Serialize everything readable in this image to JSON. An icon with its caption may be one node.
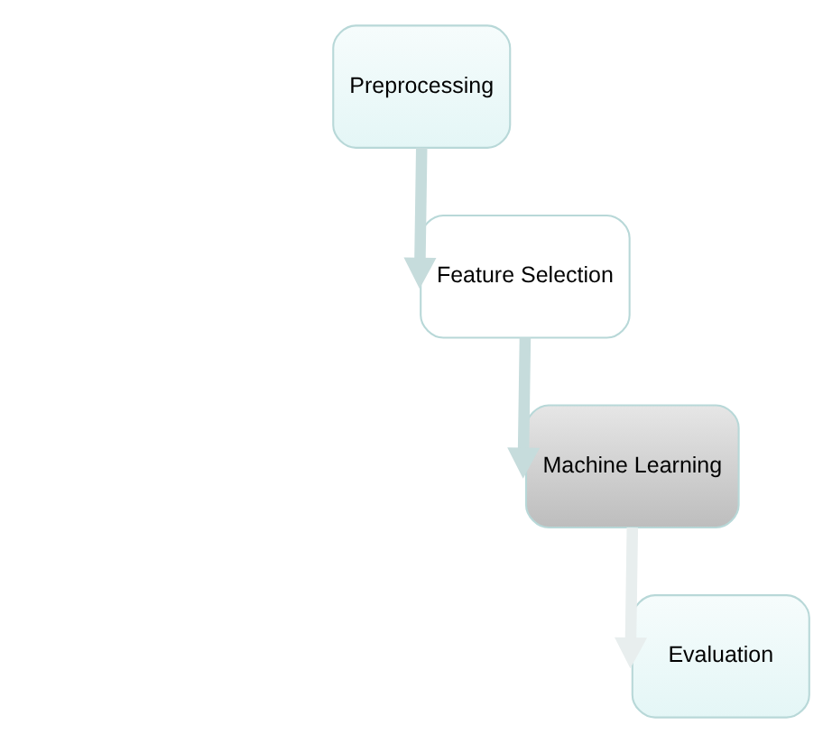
{
  "diagram": {
    "nodes": [
      {
        "text": [
          "Preprocessing"
        ]
      },
      {
        "text": [
          "Feature Selection"
        ]
      },
      {
        "text": [
          "Machine Learning"
        ]
      },
      {
        "text": [
          "Evaluation"
        ]
      }
    ],
    "edges": [
      {
        "from": 0,
        "to": 1,
        "arrow": "to"
      },
      {
        "from": 1,
        "to": 2,
        "arrow": "to"
      },
      {
        "from": 2,
        "to": 3,
        "arrow": "to",
        "color": "#e8eeee"
      }
    ]
  }
}
